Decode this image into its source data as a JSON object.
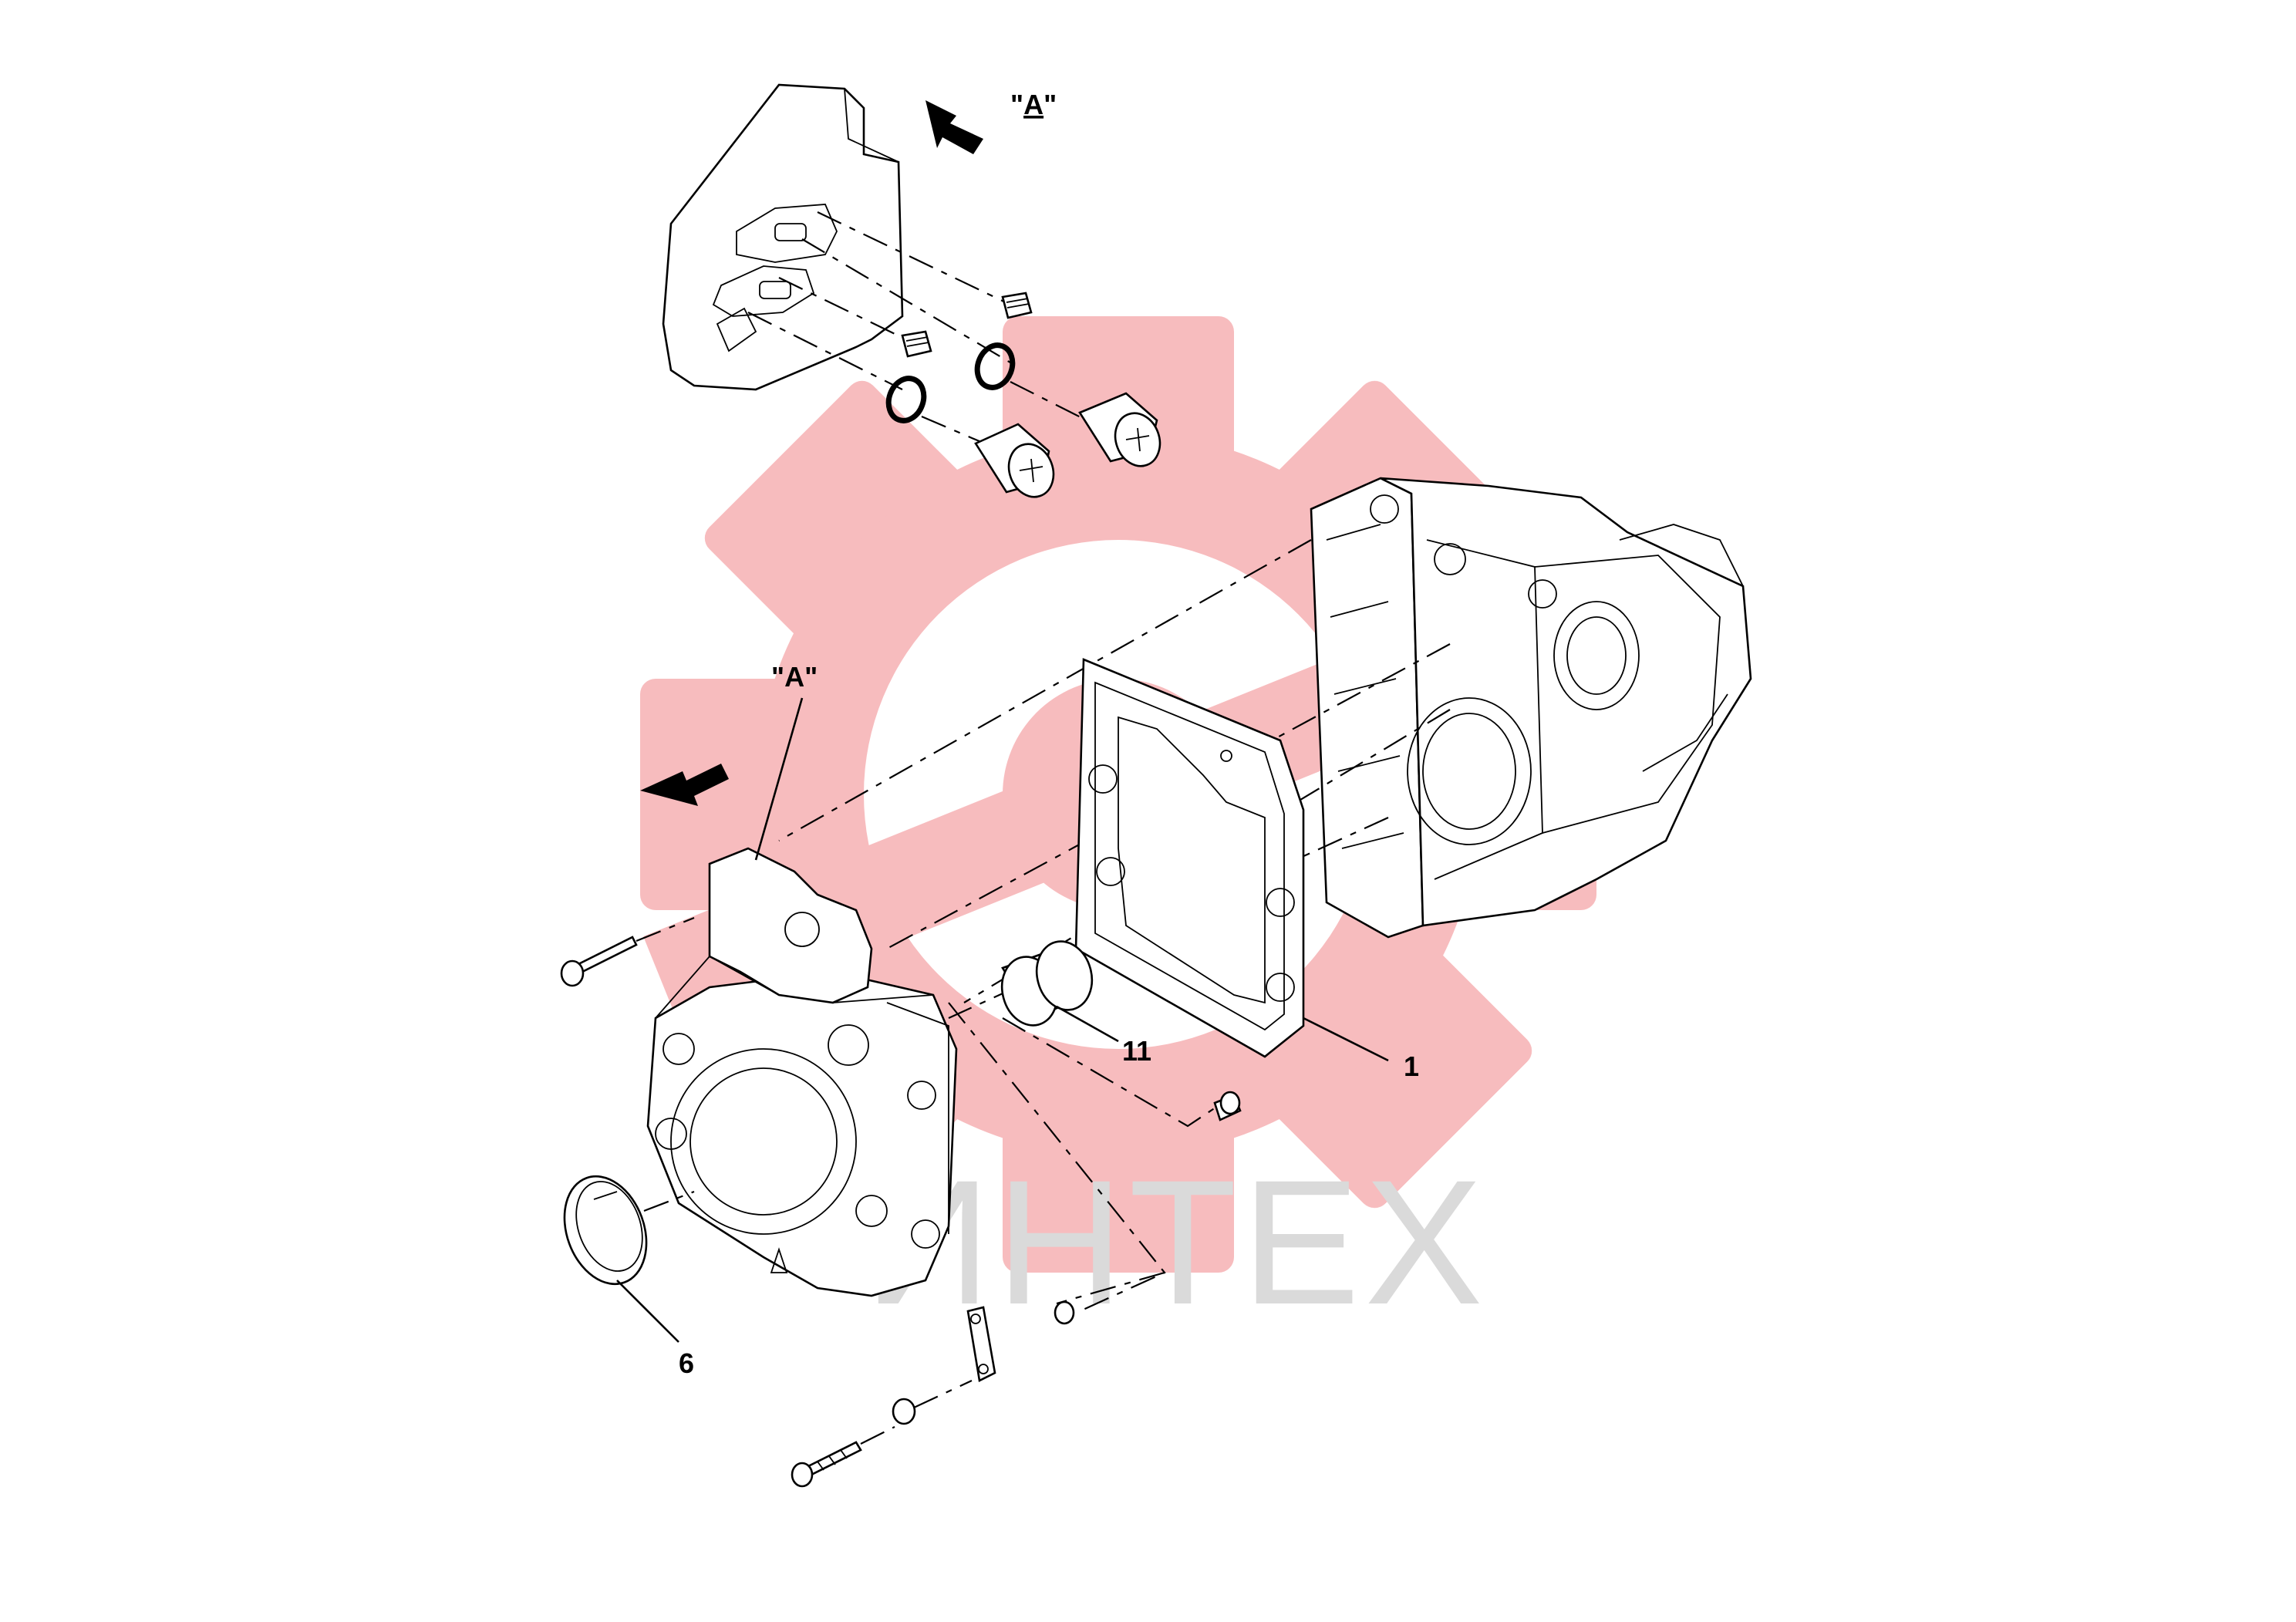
{
  "watermark": {
    "text": "ИНТЕХ",
    "gear_color": "#f7b9bb",
    "text_color": "#d9d9d9"
  },
  "views": {
    "detail_label": "\"A\"",
    "detail_label_underlined": "A",
    "main_label": "\"A\""
  },
  "callouts": [
    {
      "id": "1"
    },
    {
      "id": "6"
    },
    {
      "id": "11"
    }
  ]
}
